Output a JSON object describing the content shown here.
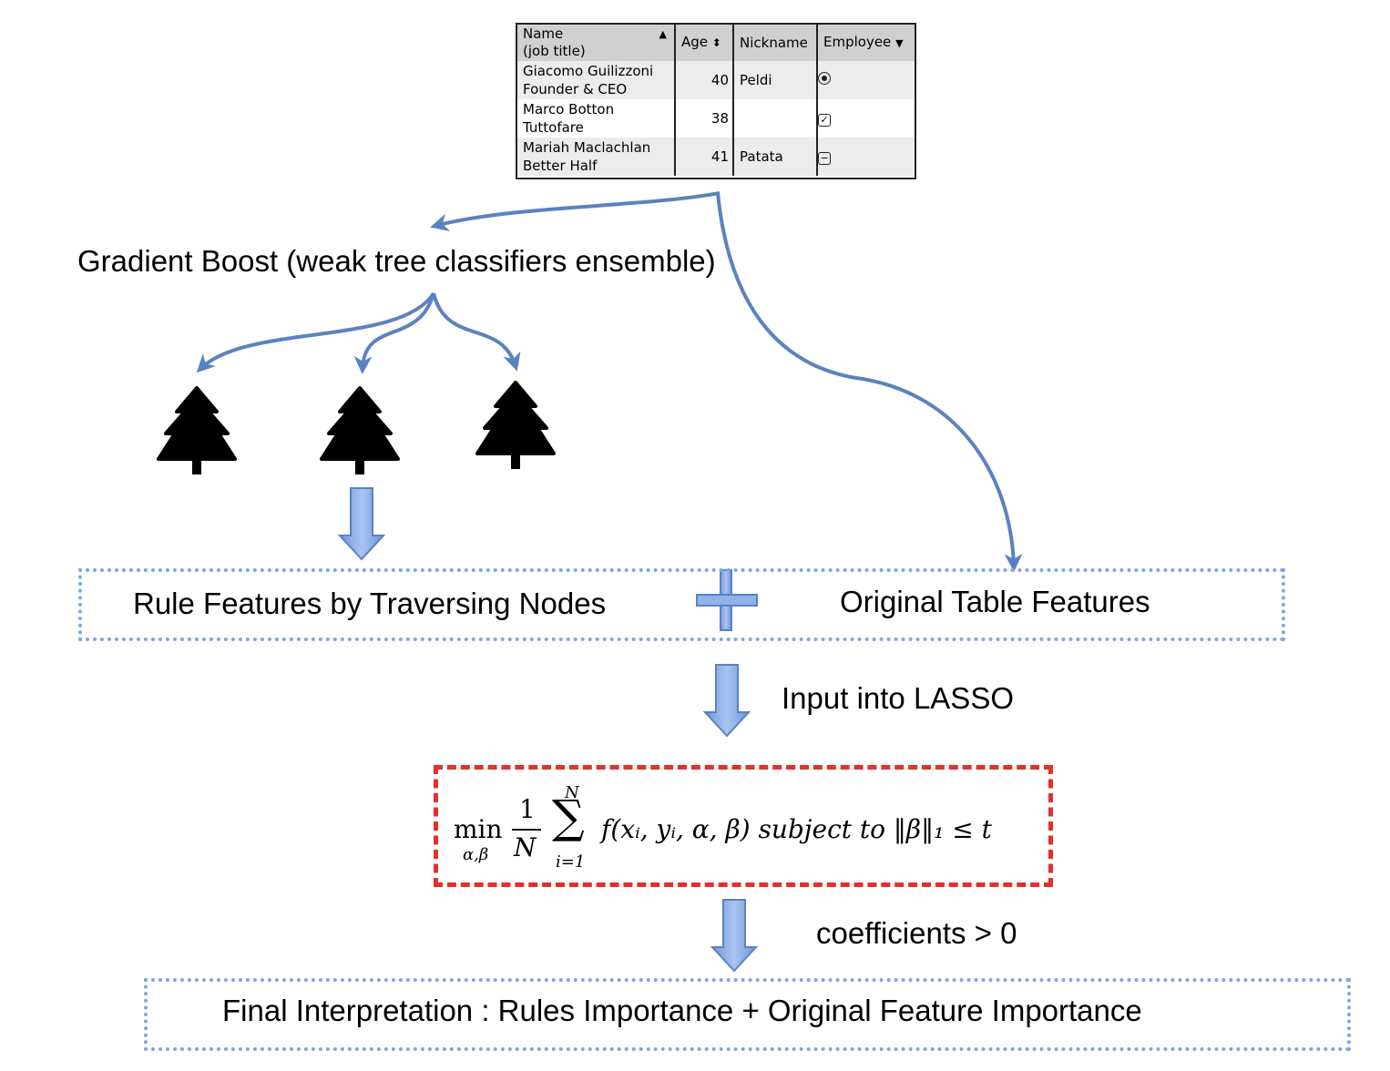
{
  "table": {
    "headers": {
      "name": "Name",
      "job": "(job title)",
      "age": "Age",
      "nickname": "Nickname",
      "employee": "Employee"
    },
    "rows": [
      {
        "name": "Giacomo Guilizzoni",
        "title": "Founder & CEO",
        "age": "40",
        "nickname": "Peldi",
        "control": "radio-selected"
      },
      {
        "name": "Marco Botton",
        "title": "Tuttofare",
        "age": "38",
        "nickname": "",
        "control": "checkbox-checked"
      },
      {
        "name": "Mariah Maclachlan",
        "title": "Better Half",
        "age": "41",
        "nickname": "Patata",
        "control": "minus-box"
      }
    ]
  },
  "gradient_boost_label": "Gradient Boost (weak tree classifiers ensemble)",
  "trees": [
    "tree-icon",
    "tree-icon",
    "tree-icon"
  ],
  "features_box": {
    "left": "Rule Features by Traversing Nodes",
    "right": "Original Table Features",
    "joiner": "plus-icon"
  },
  "lasso_label": "Input into LASSO",
  "formula": {
    "min": "min",
    "min_sub": "α,β",
    "frac_num": "1",
    "frac_den": "N",
    "sum_top": "N",
    "sum_sym": "∑",
    "sum_bottom": "i=1",
    "body": "f(xᵢ, yᵢ, α, β) subject to ‖β‖₁ ≤ t"
  },
  "coef_label": "coefficients > 0",
  "final_label": "Final Interpretation : Rules Importance + Original Feature Importance",
  "colors": {
    "arrow": "#5b82c0",
    "block_arrow_fill": "#8fb2ea",
    "dotted_border": "#7fa6e0",
    "dashed_border": "#e5302a"
  }
}
